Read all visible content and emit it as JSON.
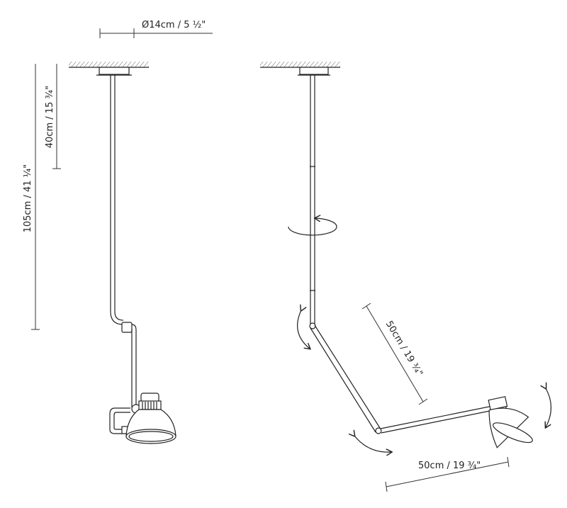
{
  "title": "Pendant lamp dimension drawing",
  "dimensions": {
    "canopy_diameter": "Ø14cm / 5 ½\"",
    "upper_stem": "40cm / 15 ¾\"",
    "total_height": "105cm / 41 ¼\"",
    "arm_upper": "50cm / 19 ¾\"",
    "arm_lower": "50cm / 19 ¾\""
  },
  "colors": {
    "line": "#222222",
    "background": "#ffffff"
  }
}
